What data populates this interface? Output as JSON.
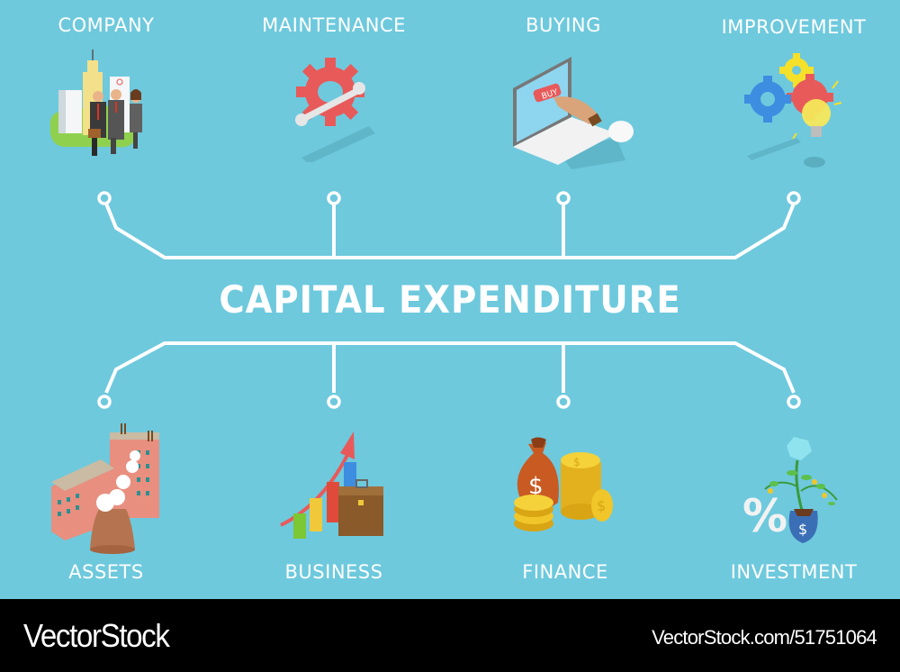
{
  "title": "CAPITAL EXPENDITURE",
  "colors": {
    "background": "#6ec9dd",
    "connector": "#ffffff",
    "label": "#ffffff",
    "footer": "#000000"
  },
  "top_items": [
    {
      "label": "COMPANY",
      "icon": "company-buildings-people-icon"
    },
    {
      "label": "MAINTENANCE",
      "icon": "gear-wrench-icon"
    },
    {
      "label": "BUYING",
      "icon": "laptop-buy-icon"
    },
    {
      "label": "IMPROVEMENT",
      "icon": "gears-lightbulb-icon"
    }
  ],
  "bottom_items": [
    {
      "label": "ASSETS",
      "icon": "factory-icon"
    },
    {
      "label": "BUSINESS",
      "icon": "growth-chart-briefcase-icon"
    },
    {
      "label": "FINANCE",
      "icon": "money-bag-coins-icon"
    },
    {
      "label": "INVESTMENT",
      "icon": "percent-money-plant-icon"
    }
  ],
  "footer": {
    "brand": "VectorStock",
    "url": "VectorStock.com/51751064"
  }
}
